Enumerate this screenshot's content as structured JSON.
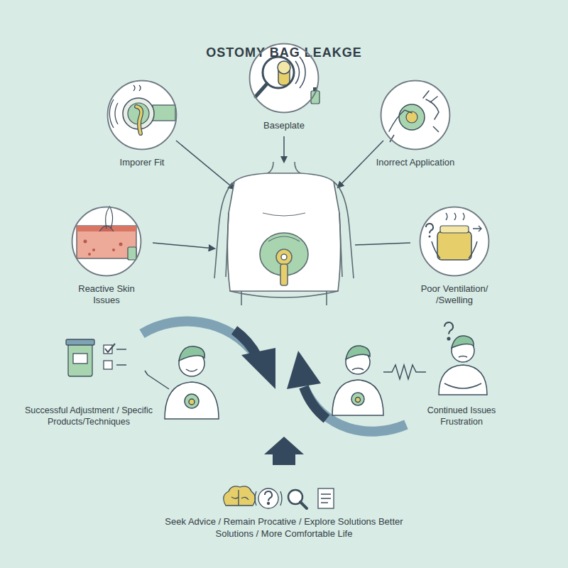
{
  "diagram": {
    "title": "OSTOMY BAG LEAKGE",
    "nodes": [
      {
        "text": [
          "Baseplate"
        ]
      },
      {
        "text": [
          "Imporer Fit"
        ]
      },
      {
        "text": [
          "Inorrect Application"
        ]
      },
      {
        "text": [
          "Reactive Skin Issues"
        ]
      },
      {
        "text": [
          "Poor Ventilation/ /Swelling"
        ]
      }
    ],
    "labels": [
      "Successful Adjustment / Specific Products/Techniques",
      "Continued Issues Frustration",
      "Seek Advice / Remain Procative / Explore Solutions Better Solutions / More Comfortable Life"
    ]
  }
}
